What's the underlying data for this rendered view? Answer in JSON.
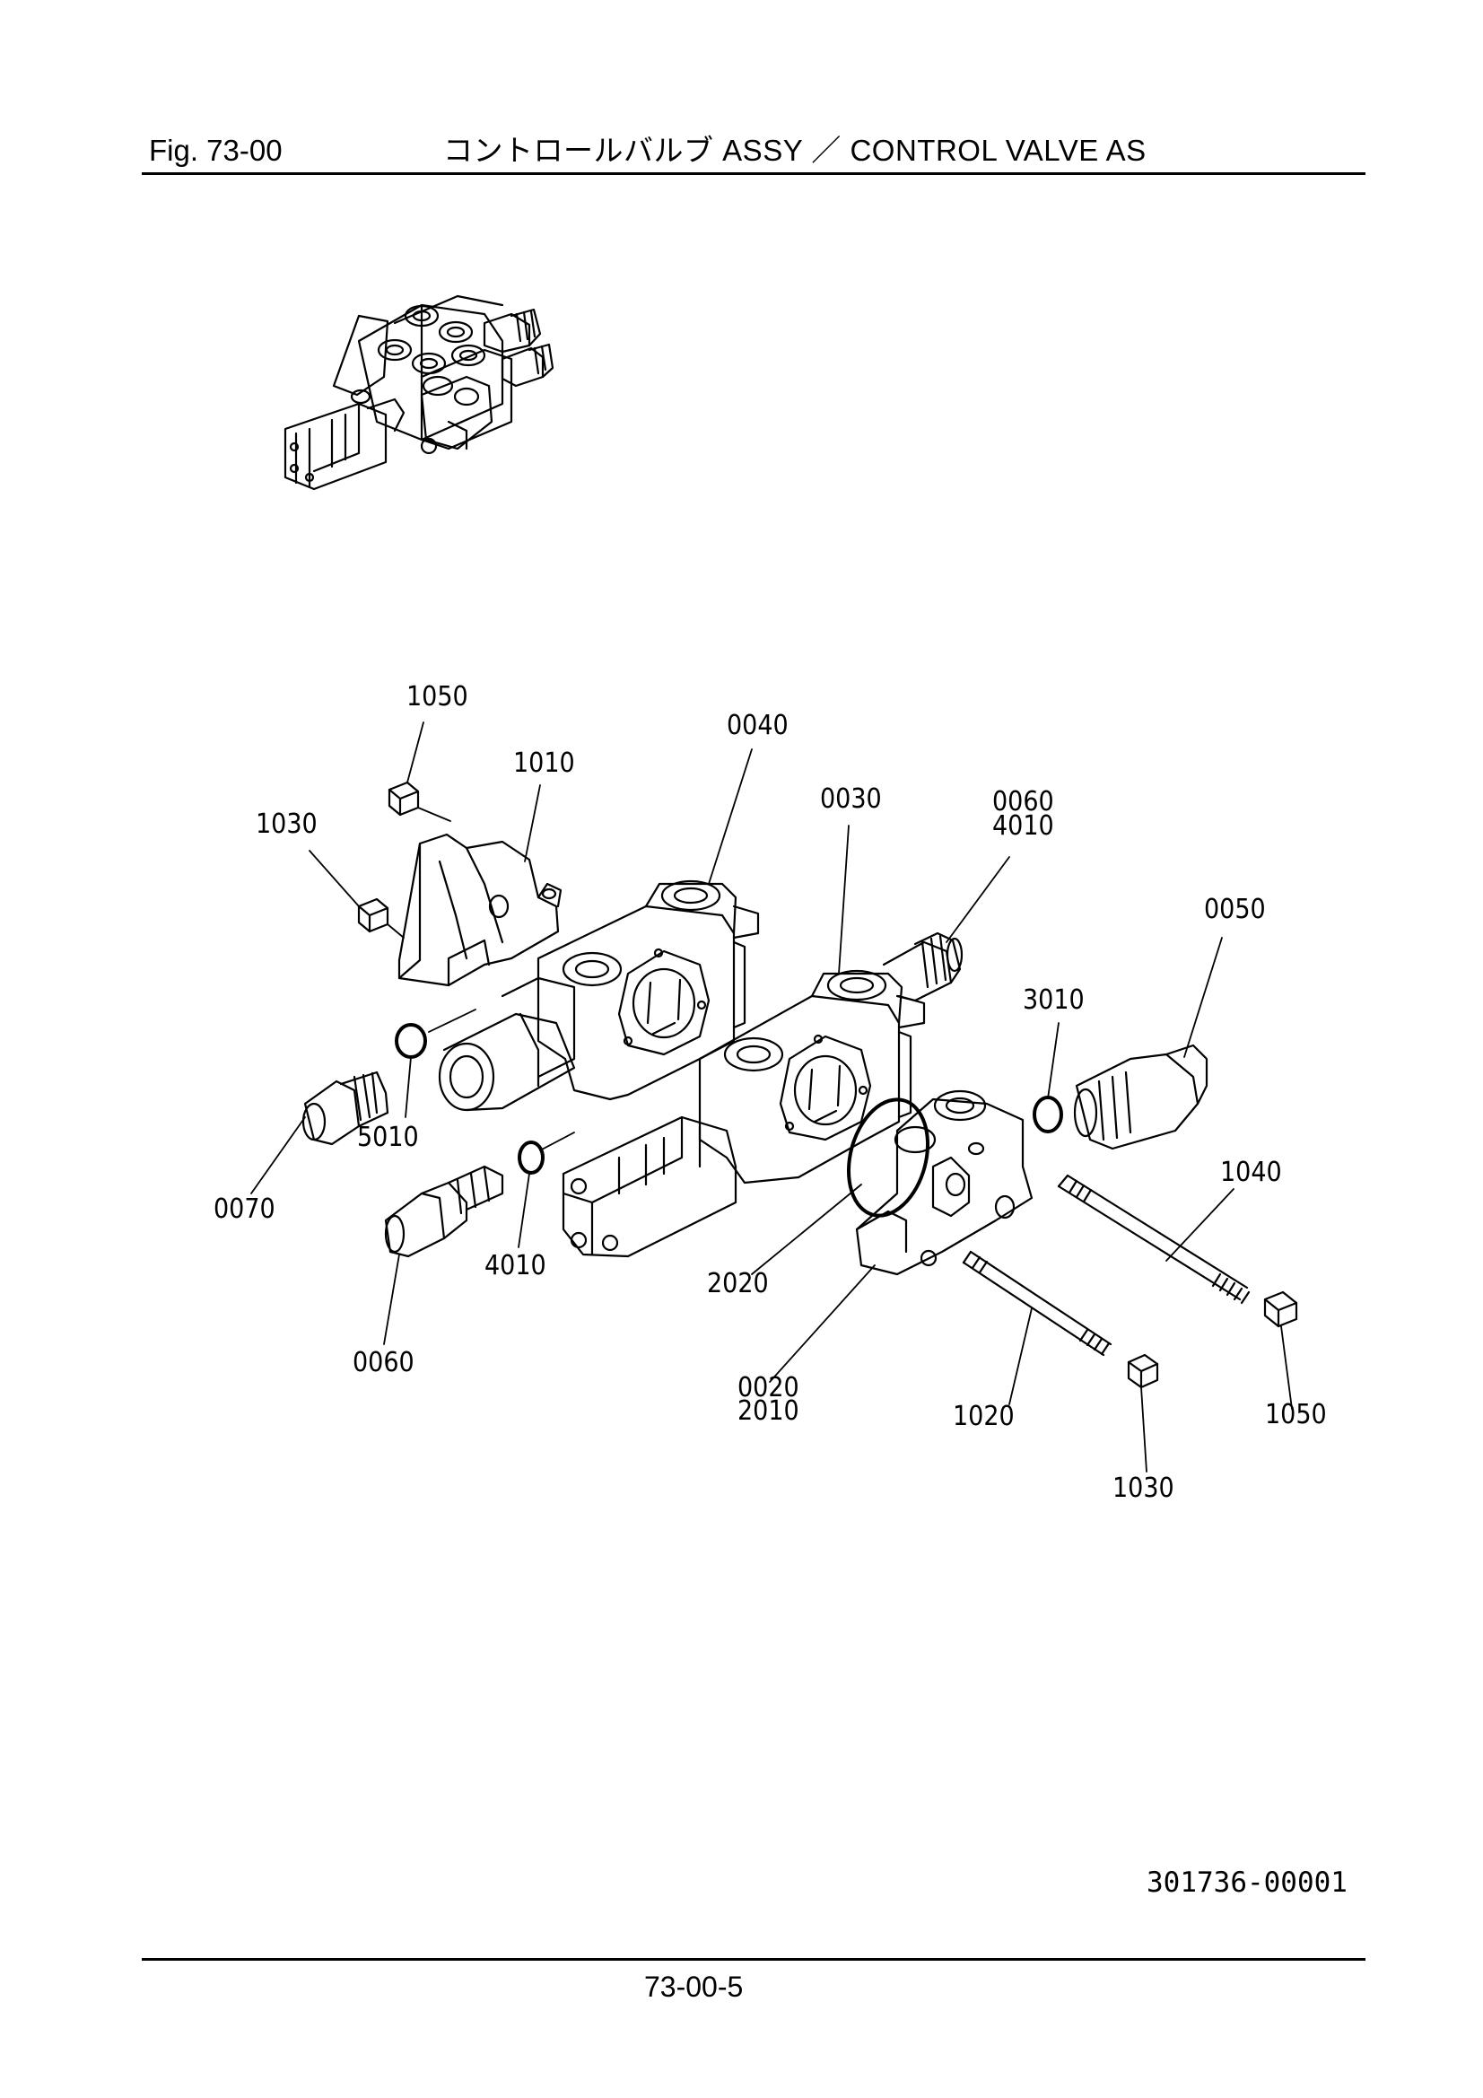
{
  "header": {
    "fig_label": "Fig.  73-00",
    "title": "コントロールバルブ ASSY ／ CONTROL   VALVE   AS"
  },
  "callouts": [
    {
      "id": "c1050a",
      "text": "1050"
    },
    {
      "id": "c1010",
      "text": "1010"
    },
    {
      "id": "c1030a",
      "text": "1030"
    },
    {
      "id": "c0040",
      "text": "0040"
    },
    {
      "id": "c0030",
      "text": "0030"
    },
    {
      "id": "c0060a",
      "text": "0060"
    },
    {
      "id": "c4010a",
      "text": "4010"
    },
    {
      "id": "c0050",
      "text": "0050"
    },
    {
      "id": "c3010",
      "text": "3010"
    },
    {
      "id": "c5010",
      "text": "5010"
    },
    {
      "id": "c0070",
      "text": "0070"
    },
    {
      "id": "c4010b",
      "text": "4010"
    },
    {
      "id": "c0060b",
      "text": "0060"
    },
    {
      "id": "c2020",
      "text": "2020"
    },
    {
      "id": "c0020",
      "text": "0020"
    },
    {
      "id": "c2010",
      "text": "2010"
    },
    {
      "id": "c1020",
      "text": "1020"
    },
    {
      "id": "c1030b",
      "text": "1030"
    },
    {
      "id": "c1040",
      "text": "1040"
    },
    {
      "id": "c1050b",
      "text": "1050"
    }
  ],
  "footer": {
    "drawing_number": "301736-00001",
    "page_number": "73-00-5"
  }
}
